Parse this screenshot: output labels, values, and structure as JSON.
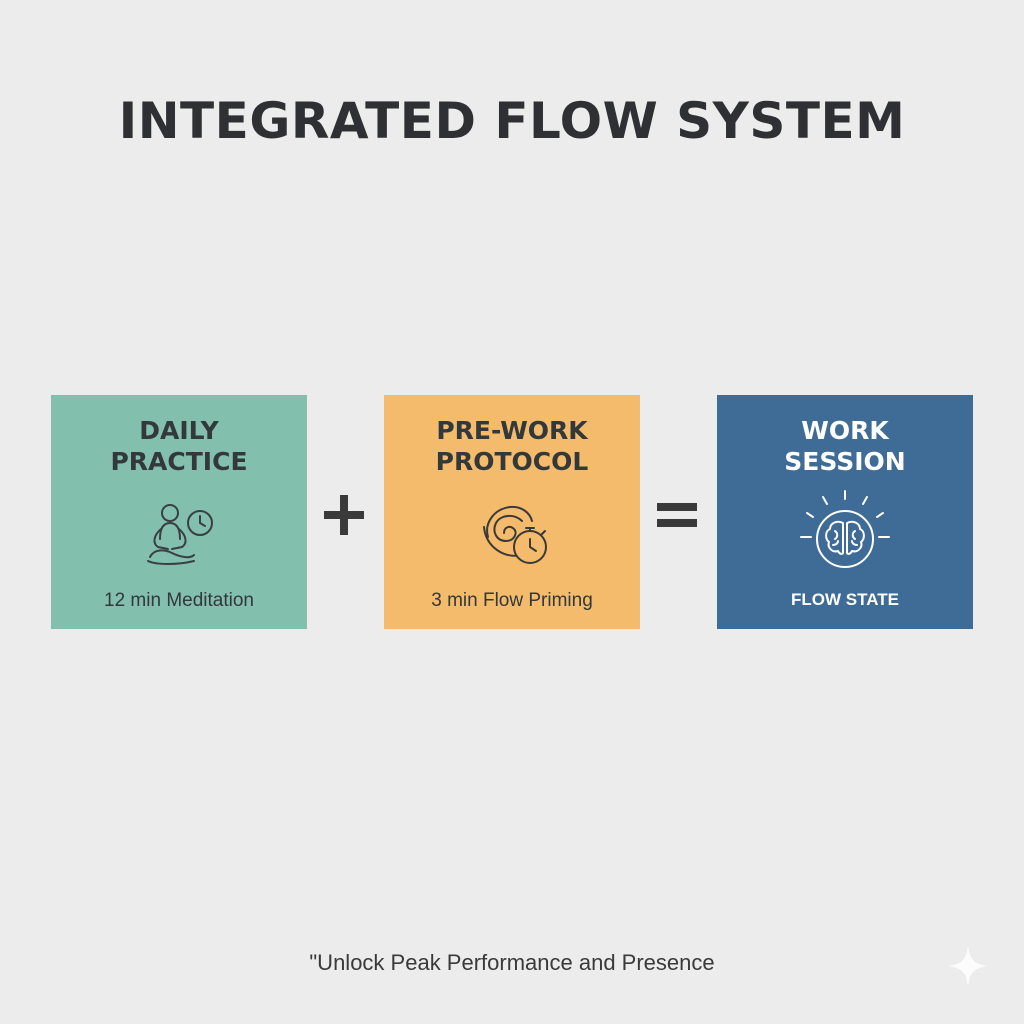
{
  "title": "INTEGRATED FLOW SYSTEM",
  "blocks": [
    {
      "heading_line1": "DAILY",
      "heading_line2": "PRACTICE",
      "caption": "12 min Meditation",
      "icon": "meditation-clock-icon",
      "color": "#82bfac"
    },
    {
      "heading_line1": "PRE-WORK",
      "heading_line2": "PROTOCOL",
      "caption": "3 min Flow Priming",
      "icon": "spiral-stopwatch-icon",
      "color": "#f3bb6b"
    },
    {
      "heading_line1": "WORK",
      "heading_line2": "SESSION",
      "caption": "FLOW STATE",
      "icon": "glowing-brain-icon",
      "color": "#3f6b97"
    }
  ],
  "operators": [
    "+",
    "="
  ],
  "footer_quote": "\"Unlock Peak Performance and Presence",
  "colors": {
    "background": "#ececec",
    "title_text": "#2f3033",
    "dark_text": "#33383a"
  }
}
